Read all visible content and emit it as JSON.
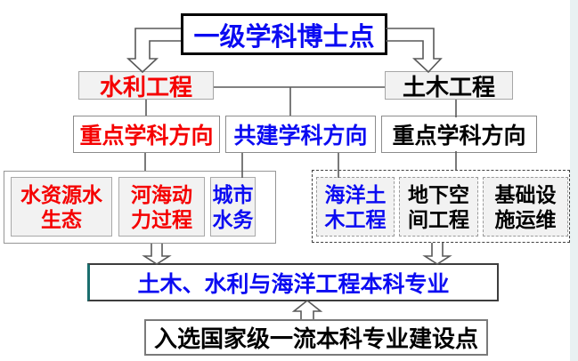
{
  "colors": {
    "blue": "#0b0bf2",
    "red": "#f50000",
    "black": "#000000",
    "connector": "#595959",
    "teal_accent": "#1a6e6e",
    "side_strip": "#e9f1f2"
  },
  "nodes": {
    "doctoral": {
      "label": "一级学科博士点"
    },
    "hydraulic": {
      "label": "水利工程"
    },
    "civil": {
      "label": "土木工程"
    },
    "key_left": {
      "label": "重点学科方向"
    },
    "joint": {
      "label": "共建学科方向"
    },
    "key_right": {
      "label": "重点学科方向"
    },
    "left_group": [
      {
        "line1": "水资源水",
        "line2": "生态"
      },
      {
        "line1": "河海动",
        "line2": "力过程"
      },
      {
        "line1": "城市",
        "line2": "水务"
      }
    ],
    "right_group": [
      {
        "line1": "海洋土",
        "line2": "木工程"
      },
      {
        "line1": "地下空",
        "line2": "间工程"
      },
      {
        "line1": "基础设",
        "line2": "施运维"
      }
    ],
    "undergrad": {
      "label": "土木、水利与海洋工程本科专业"
    },
    "national": {
      "label": "入选国家级一流本科专业建设点"
    }
  }
}
